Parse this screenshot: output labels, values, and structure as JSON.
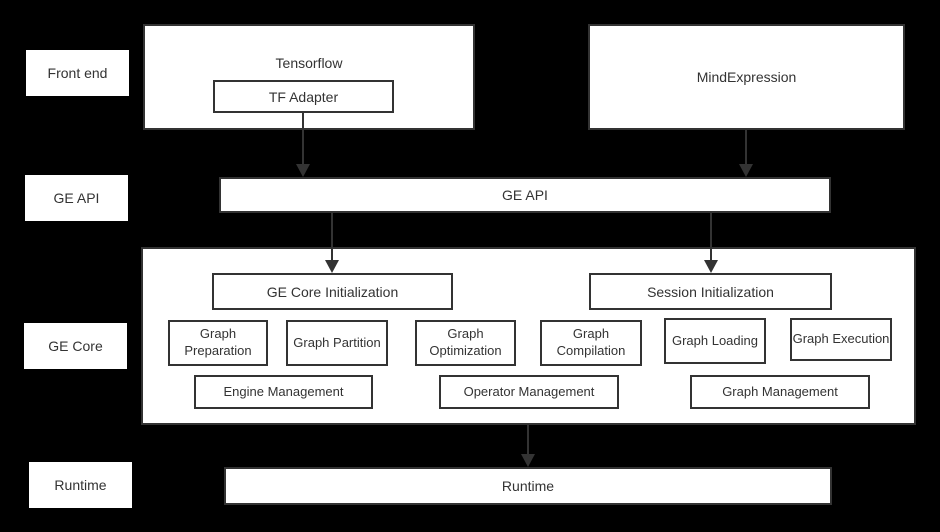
{
  "colors": {
    "background": "#000000",
    "box_fill": "#ffffff",
    "border": "#333333",
    "text": "#333333",
    "arrow": "#333333"
  },
  "layer_labels": [
    {
      "label": "Front end"
    },
    {
      "label": "GE API"
    },
    {
      "label": "GE Core"
    },
    {
      "label": "Runtime"
    }
  ],
  "front_end": {
    "tensorflow_label": "Tensorflow",
    "tf_adapter_label": "TF Adapter",
    "mind_expression_label": "MindExpression"
  },
  "ge_api": {
    "label": "GE API"
  },
  "ge_core": {
    "init_boxes": [
      {
        "label": "GE Core Initialization"
      },
      {
        "label": "Session Initialization"
      }
    ],
    "phase_boxes": [
      {
        "label": "Graph Preparation"
      },
      {
        "label": "Graph Partition"
      },
      {
        "label": "Graph Optimization"
      },
      {
        "label": "Graph Compilation"
      },
      {
        "label": "Graph Loading"
      },
      {
        "label": "Graph Execution"
      }
    ],
    "management_boxes": [
      {
        "label": "Engine Management"
      },
      {
        "label": "Operator Management"
      },
      {
        "label": "Graph Management"
      }
    ]
  },
  "runtime": {
    "label": "Runtime"
  }
}
